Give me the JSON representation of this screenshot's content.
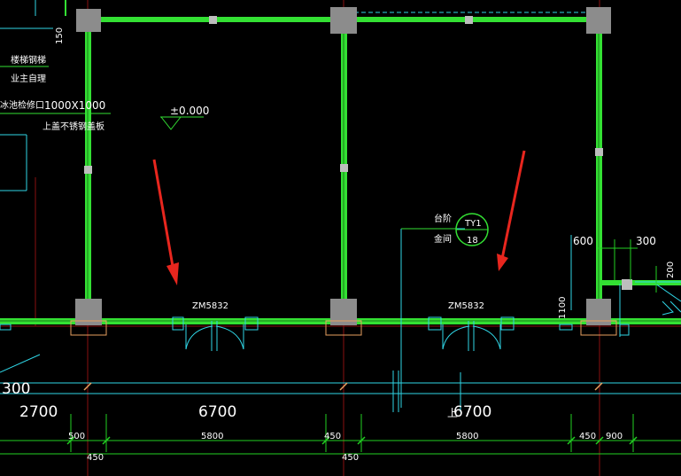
{
  "labels": {
    "elevation": "±0.000",
    "stair_label": "楼梯钢梯",
    "owner_label": "业主自理",
    "access_label": "冰池检修口",
    "size_label": "1000X1000",
    "cover_label": "上盖不锈钢盖板",
    "dim_150": "150",
    "door_left": "ZM5832",
    "door_right": "ZM5832",
    "platform_label": "台阶",
    "quantity_label": "金间",
    "tag_code": "TY1",
    "tag_num": "18",
    "dim_600": "600",
    "dim_300_right": "300",
    "dim_200": "200",
    "dim_1100": "1100",
    "dim_300_left": "300",
    "dim_2700": "2700",
    "dim_6700_a": "6700",
    "dim_6700_b": "6700",
    "dim_500": "500",
    "dim_5800_a": "5800",
    "dim_450_a": "450",
    "dim_5800_b": "5800",
    "dim_450_b": "450",
    "dim_900": "900",
    "dim_450_c": "450",
    "dim_450_d": "450",
    "frag_upper": "上"
  },
  "colors": {
    "wall": "#33e033",
    "column": "#8c8c8c",
    "red_arrow": "#e8261e",
    "cyan": "#2fd6e6",
    "grid_red": "#8a1010",
    "dim_green": "#22d022",
    "text": "#ffffff"
  }
}
